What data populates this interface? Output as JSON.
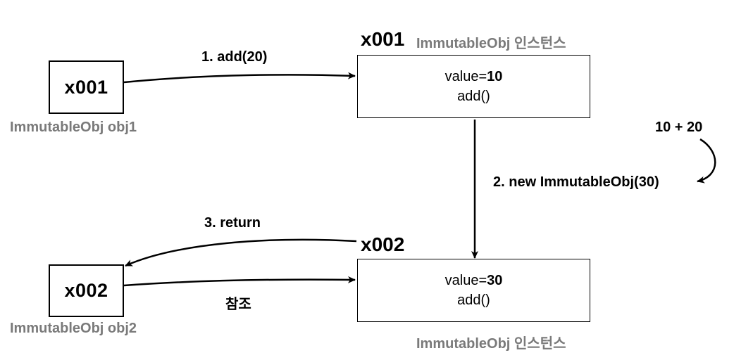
{
  "obj1": {
    "ref_value": "x001",
    "caption": "ImmutableObj obj1"
  },
  "obj2": {
    "ref_value": "x002",
    "caption": "ImmutableObj obj2"
  },
  "instance1": {
    "address": "x001",
    "caption": "ImmutableObj 인스턴스",
    "value_prefix": "value=",
    "value": "10",
    "method": "add()"
  },
  "instance2": {
    "address": "x002",
    "caption": "ImmutableObj 인스턴스",
    "value_prefix": "value=",
    "value": "30",
    "method": "add()"
  },
  "steps": {
    "step1": "1. add(20)",
    "step2": "2. new ImmutableObj(30)",
    "step3": "3. return",
    "reference": "참조",
    "calc": "10 + 20"
  }
}
